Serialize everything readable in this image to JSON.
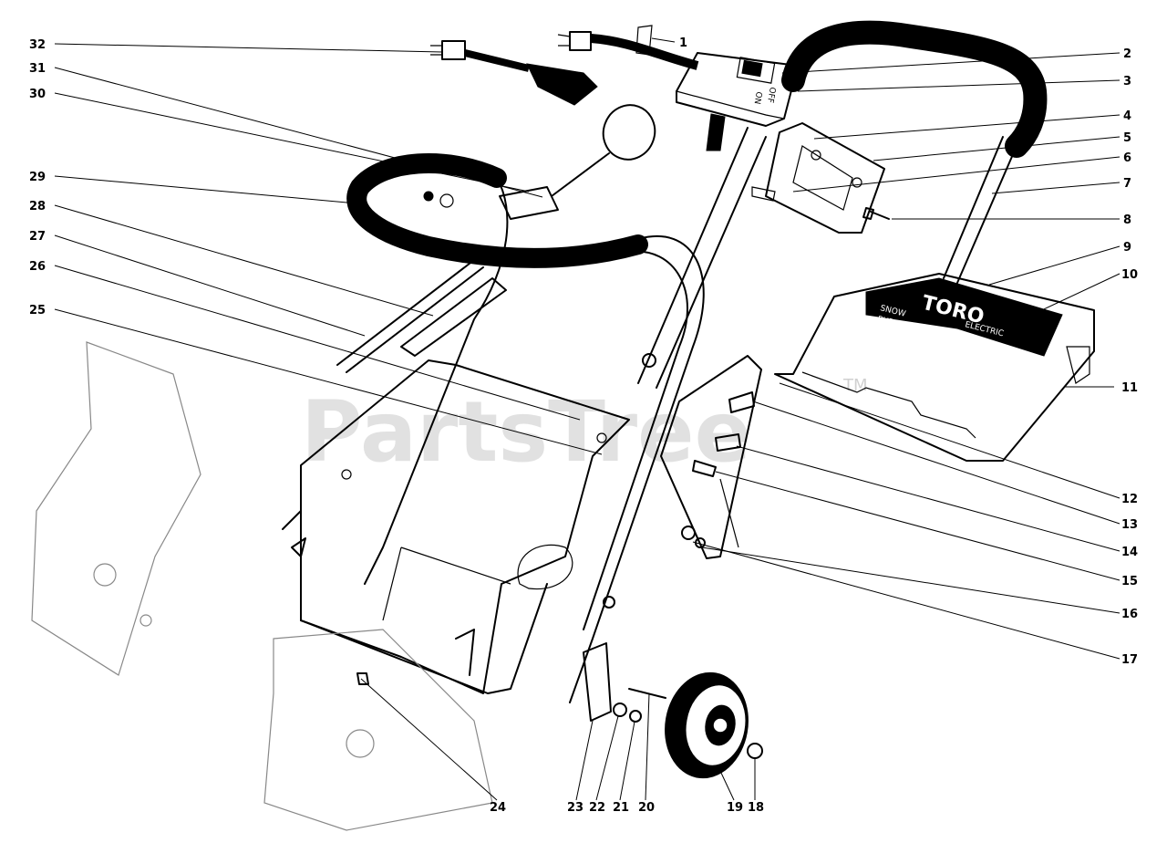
{
  "watermark": {
    "text": "PartsTree",
    "tm": "TM"
  },
  "decal": {
    "brand": "TORO",
    "model_line1": "SNOW",
    "model_line2": "PUP",
    "power": "ELECTRIC"
  },
  "switch": {
    "on": "ON",
    "off": "OFF"
  },
  "callouts": [
    {
      "id": "1",
      "label": "1"
    },
    {
      "id": "2",
      "label": "2"
    },
    {
      "id": "3",
      "label": "3"
    },
    {
      "id": "4",
      "label": "4"
    },
    {
      "id": "5",
      "label": "5"
    },
    {
      "id": "6",
      "label": "6"
    },
    {
      "id": "7",
      "label": "7"
    },
    {
      "id": "8",
      "label": "8"
    },
    {
      "id": "9",
      "label": "9"
    },
    {
      "id": "10",
      "label": "10"
    },
    {
      "id": "11",
      "label": "11"
    },
    {
      "id": "12",
      "label": "12"
    },
    {
      "id": "13",
      "label": "13"
    },
    {
      "id": "14",
      "label": "14"
    },
    {
      "id": "15",
      "label": "15"
    },
    {
      "id": "16",
      "label": "16"
    },
    {
      "id": "17",
      "label": "17"
    },
    {
      "id": "18",
      "label": "18"
    },
    {
      "id": "19",
      "label": "19"
    },
    {
      "id": "20",
      "label": "20"
    },
    {
      "id": "21",
      "label": "21"
    },
    {
      "id": "22",
      "label": "22"
    },
    {
      "id": "23",
      "label": "23"
    },
    {
      "id": "24",
      "label": "24"
    },
    {
      "id": "25",
      "label": "25"
    },
    {
      "id": "26",
      "label": "26"
    },
    {
      "id": "27",
      "label": "27"
    },
    {
      "id": "28",
      "label": "28"
    },
    {
      "id": "29",
      "label": "29"
    },
    {
      "id": "30",
      "label": "30"
    },
    {
      "id": "31",
      "label": "31"
    },
    {
      "id": "32",
      "label": "32"
    }
  ]
}
